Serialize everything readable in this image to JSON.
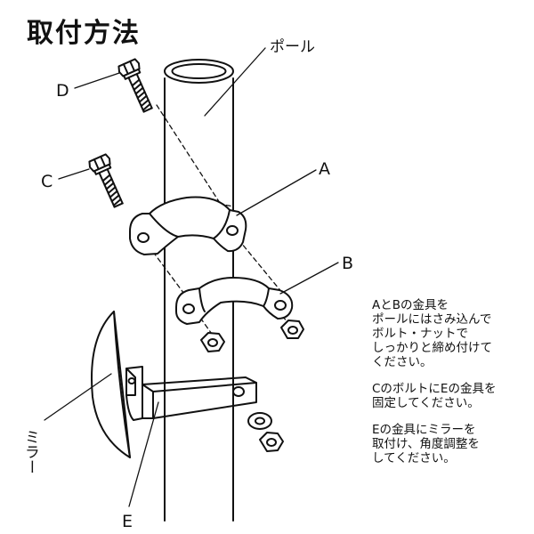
{
  "title": "取付方法",
  "labels": {
    "pole": "ポール",
    "a": "A",
    "b": "B",
    "c": "C",
    "d": "D",
    "e": "E",
    "mirror": "ミラー"
  },
  "instructions": [
    "AとBの金具を\nポールにはさみ込んで\nボルト・ナットで\nしっかりと締め付けて\nください。",
    "CのボルトにEの金具を\n固定してください。",
    "Eの金具にミラーを\n取付け、角度調整を\nしてください。"
  ]
}
